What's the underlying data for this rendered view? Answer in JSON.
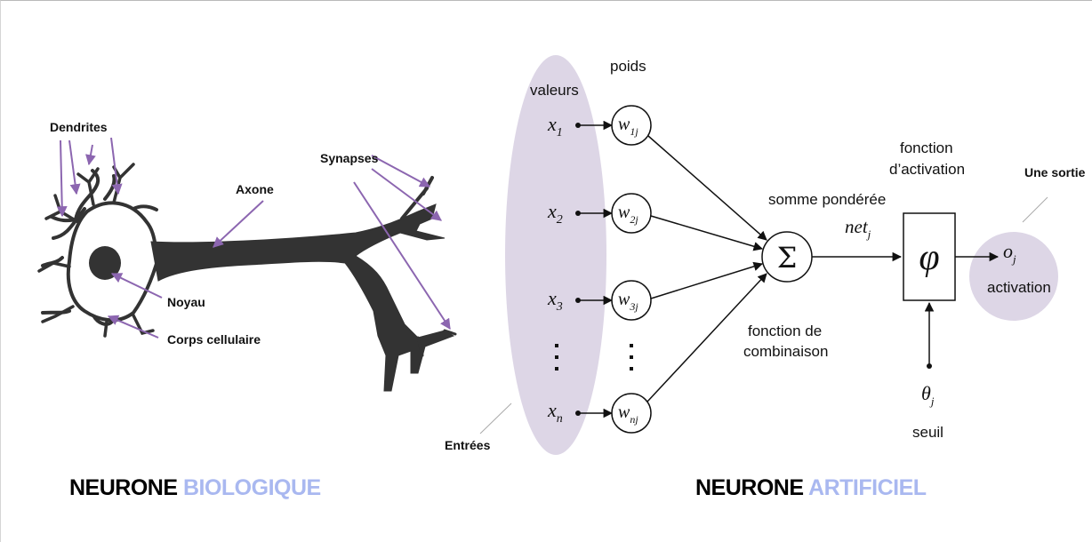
{
  "biological": {
    "labels": {
      "dendrites": "Dendrites",
      "synapses": "Synapses",
      "axone": "Axone",
      "noyau": "Noyau",
      "corps": "Corps cellulaire"
    },
    "title_word1": "NEURONE",
    "title_word2": "BIOLOGIQUE"
  },
  "artificial": {
    "valeurs": "valeurs",
    "poids": "poids",
    "inputs": [
      {
        "base": "x",
        "sub": "1"
      },
      {
        "base": "x",
        "sub": "2"
      },
      {
        "base": "x",
        "sub": "3"
      },
      {
        "base": "x",
        "sub": "n"
      }
    ],
    "weights": [
      {
        "base": "w",
        "sub": "1j"
      },
      {
        "base": "w",
        "sub": "2j"
      },
      {
        "base": "w",
        "sub": "3j"
      },
      {
        "base": "w",
        "sub": "nj"
      }
    ],
    "sigma": "Σ",
    "somme": "somme pondérée",
    "net_base": "net",
    "net_sub": "j",
    "combinaison_1": "fonction de",
    "combinaison_2": "combinaison",
    "activation_fn_1": "fonction",
    "activation_fn_2": "d’activation",
    "phi": "φ",
    "theta_base": "θ",
    "theta_sub": "j",
    "seuil": "seuil",
    "output_base": "o",
    "output_sub": "j",
    "activation": "activation",
    "une_sortie": "Une sortie",
    "entrees": "Entrées",
    "title_word1": "NEURONE",
    "title_word2": "ARTIFICIEL"
  },
  "colors": {
    "ellipse_fill": "#ddd6e6",
    "arrow_purple": "#8c66b0",
    "title_accent": "#a9b8f0",
    "neuron_body": "#333333"
  }
}
